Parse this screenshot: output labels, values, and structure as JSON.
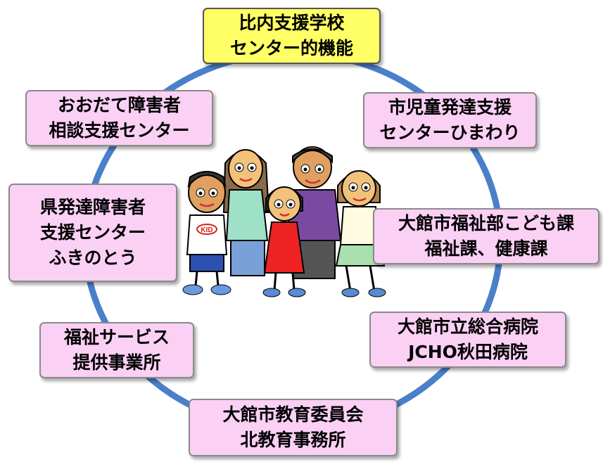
{
  "colors": {
    "ring": "#4a7fc9",
    "hub_fill": "#ffff66",
    "node_fill": "#fbd0f5",
    "node_border": "#8a8a8a"
  },
  "hub": {
    "lines": [
      "比内支援学校",
      "センター的機能"
    ]
  },
  "nodes": {
    "city_child_dev": {
      "lines": [
        "市児童発達支援",
        "センターひまわり"
      ]
    },
    "odate_welfare": {
      "lines": [
        "大館市福祉部こども課",
        "福祉課、健康課"
      ]
    },
    "hospitals": {
      "lines": [
        "大館市立総合病院",
        "JCHO秋田病院"
      ]
    },
    "education_board": {
      "lines": [
        "大館市教育委員会",
        "北教育事務所"
      ]
    },
    "welfare_services": {
      "lines": [
        "福祉サービス",
        "提供事業所"
      ]
    },
    "pref_dev_support": {
      "lines": [
        "県発達障害者",
        "支援センター",
        "ふきのとう"
      ]
    },
    "odate_consult": {
      "lines": [
        "おおだて障害者",
        "相談支援センター"
      ]
    }
  },
  "illustration": {
    "name": "family-illustration",
    "shirt_text": "KID"
  }
}
